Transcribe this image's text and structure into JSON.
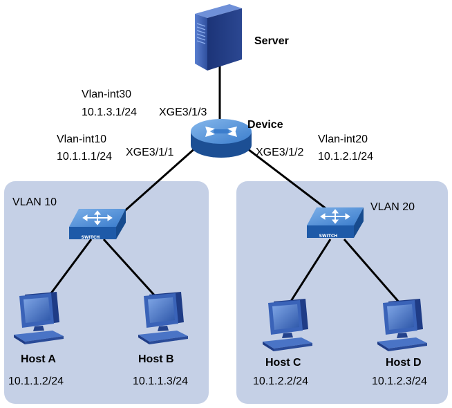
{
  "server": {
    "name": "Server"
  },
  "device": {
    "name": "Device",
    "ports": {
      "up": {
        "vlan_if": "Vlan-int30",
        "ip": "10.1.3.1/24",
        "port": "XGE3/1/3"
      },
      "left": {
        "vlan_if": "Vlan-int10",
        "ip": "10.1.1.1/24",
        "port": "XGE3/1/1"
      },
      "right": {
        "vlan_if": "Vlan-int20",
        "ip": "10.1.2.1/24",
        "port": "XGE3/1/2"
      }
    }
  },
  "vlans": [
    {
      "name": "VLAN 10",
      "hosts": [
        {
          "name": "Host A",
          "ip": "10.1.1.2/24"
        },
        {
          "name": "Host B",
          "ip": "10.1.1.3/24"
        }
      ]
    },
    {
      "name": "VLAN 20",
      "hosts": [
        {
          "name": "Host C",
          "ip": "10.1.2.2/24"
        },
        {
          "name": "Host D",
          "ip": "10.1.2.3/24"
        }
      ]
    }
  ],
  "switch_label": "SWITCH",
  "colors": {
    "vlan_area": "#c5d0e6",
    "device_blue": "#2f6fb4",
    "device_light": "#6aa3de",
    "computer_blue": "#2b4f9a",
    "server_blue": "#3f62b3",
    "link": "#000000"
  },
  "icons": {
    "server": "server-tower-icon",
    "device": "router-icon",
    "switch": "switch-icon",
    "host": "desktop-computer-icon"
  }
}
